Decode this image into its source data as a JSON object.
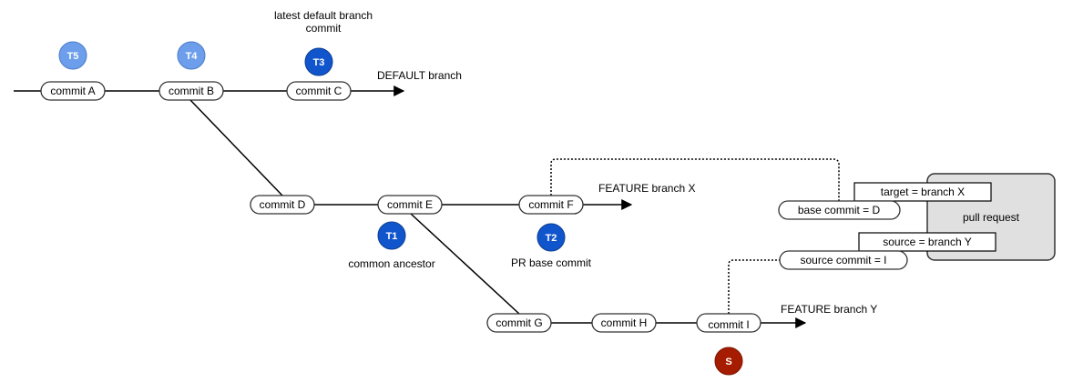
{
  "commits": {
    "a": "commit A",
    "b": "commit B",
    "c": "commit C",
    "d": "commit D",
    "e": "commit E",
    "f": "commit F",
    "g": "commit G",
    "h": "commit H",
    "i": "commit I"
  },
  "branches": {
    "default": "DEFAULT branch",
    "feature_x": "FEATURE branch X",
    "feature_y": "FEATURE branch Y"
  },
  "annotations": {
    "latest_default_line1": "latest default branch",
    "latest_default_line2": "commit",
    "common_ancestor": "common ancestor",
    "pr_base_commit": "PR base commit"
  },
  "markers": {
    "t1": "T1",
    "t2": "T2",
    "t3": "T3",
    "t4": "T4",
    "t5": "T5",
    "s": "S"
  },
  "pull_request": {
    "label": "pull request",
    "target": "target = branch X",
    "base": "base commit = D",
    "source": "source = branch Y",
    "source_commit": "source commit = I"
  },
  "colors": {
    "light_blue": "#6d9eeb",
    "dark_blue": "#1155cc",
    "red": "#a61c00",
    "pr_fill": "#e0e0e0"
  }
}
